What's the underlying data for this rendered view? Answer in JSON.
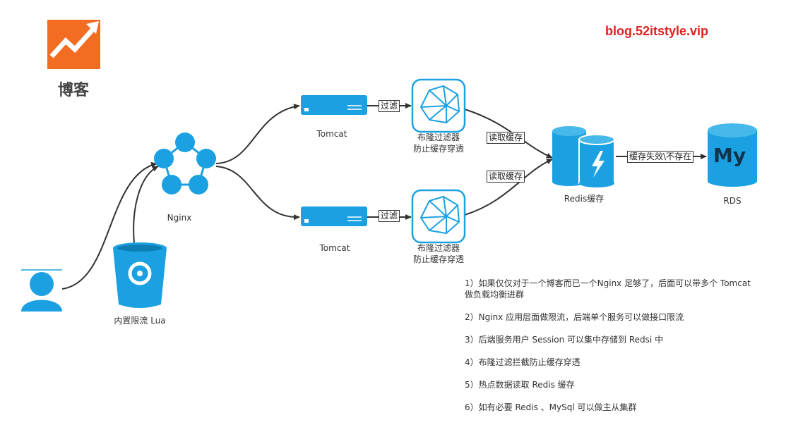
{
  "brand": {
    "url_text": "blog.52itstyle.vip"
  },
  "blog": {
    "title": "博客"
  },
  "nodes": {
    "nginx_label": "Nginx",
    "lua_label": "内置限流 Lua",
    "tomcat_top_label": "Tomcat",
    "tomcat_bottom_label": "Tomcat",
    "bloom_top_label_1": "布隆过滤器",
    "bloom_top_label_2": "防止缓存穿透",
    "bloom_bottom_label_1": "布隆过滤器",
    "bloom_bottom_label_2": "防止缓存穿透",
    "redis_label": "Redis缓存",
    "rds_label": "RDS",
    "mysql_logo_text": "My"
  },
  "edges": {
    "filter_top": "过滤",
    "filter_bottom": "过滤",
    "read_cache_top": "读取缓存",
    "read_cache_bottom": "读取缓存",
    "cache_miss": "缓存失效\\不存在"
  },
  "notes": [
    "1）如果仅仅对于一个博客而已一个Nginx 足够了，后面可以带多个 Tomcat 做负载均衡进群",
    "2）Nginx 应用层面做限流，后端单个服务可以做接口限流",
    "3）后端服务用户 Session 可以集中存储到 Redsi 中",
    "4）布隆过滤拦截防止缓存穿透",
    "5）热点数据读取 Redis 缓存",
    "6）如有必要 Redis 、MySql 可以做主从集群"
  ],
  "colors": {
    "accent_blue": "#1ba1e2",
    "logo_orange": "#f26d21",
    "brand_red": "#e02020",
    "edge": "#333333"
  }
}
